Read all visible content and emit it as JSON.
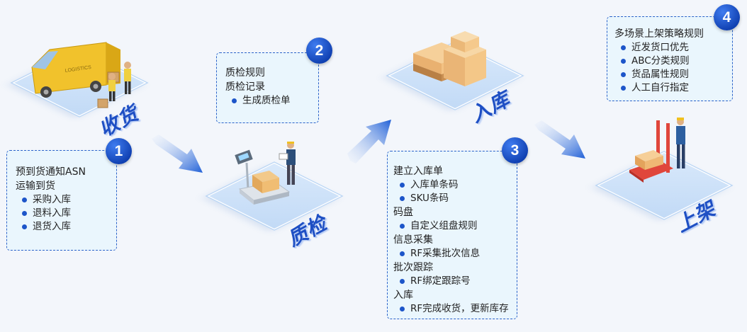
{
  "steps": [
    {
      "number": "1",
      "label": "收货",
      "lines": [
        {
          "type": "head",
          "text": "预到货通知ASN"
        },
        {
          "type": "head",
          "text": "运输到货"
        },
        {
          "type": "item",
          "text": "采购入库"
        },
        {
          "type": "item",
          "text": "退料入库"
        },
        {
          "type": "item",
          "text": "退货入库"
        }
      ]
    },
    {
      "number": "2",
      "label": "质检",
      "lines": [
        {
          "type": "head",
          "text": "质检规则"
        },
        {
          "type": "head",
          "text": "质检记录"
        },
        {
          "type": "item",
          "text": "生成质检单"
        }
      ]
    },
    {
      "number": "3",
      "label": "入库",
      "lines": [
        {
          "type": "head",
          "text": "建立入库单"
        },
        {
          "type": "item",
          "text": "入库单条码"
        },
        {
          "type": "item",
          "text": "SKU条码"
        },
        {
          "type": "head",
          "text": "码盘"
        },
        {
          "type": "item",
          "text": "自定义组盘规则"
        },
        {
          "type": "head",
          "text": "信息采集"
        },
        {
          "type": "item",
          "text": "RF采集批次信息"
        },
        {
          "type": "head",
          "text": "批次跟踪"
        },
        {
          "type": "item",
          "text": "RF绑定跟踪号"
        },
        {
          "type": "head",
          "text": "入库"
        },
        {
          "type": "item",
          "text": "RF完成收货，更新库存"
        }
      ]
    },
    {
      "number": "4",
      "label": "上架",
      "lines": [
        {
          "type": "head",
          "text": "多场景上架策略规则"
        },
        {
          "type": "item",
          "text": "近发货口优先"
        },
        {
          "type": "item",
          "text": "ABC分类规则"
        },
        {
          "type": "item",
          "text": "货品属性规则"
        },
        {
          "type": "item",
          "text": "人工自行指定"
        }
      ]
    }
  ],
  "truck_text": "LOGISTICS",
  "colors": {
    "accent": "#1e4fc4",
    "box_border": "#2a62c9",
    "box_fill": "#eaf6fd",
    "bullet": "#1d55c9"
  }
}
